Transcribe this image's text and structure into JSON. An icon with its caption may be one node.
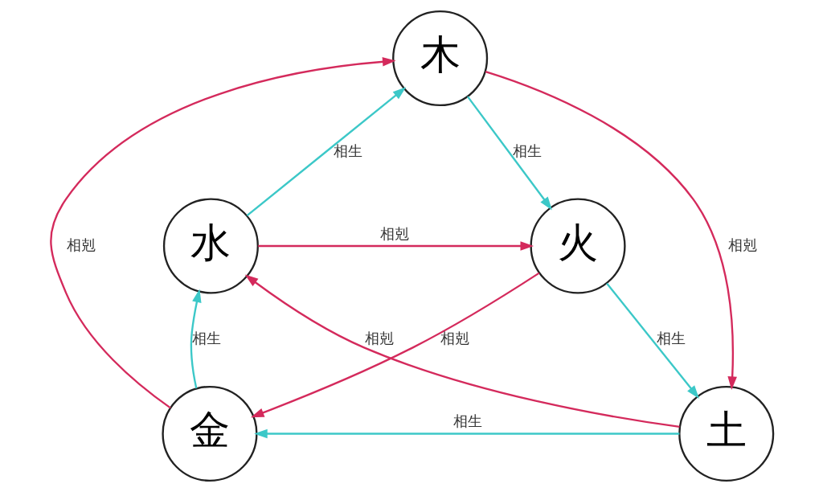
{
  "diagram": {
    "nodes": [
      {
        "text": [
          "木"
        ]
      },
      {
        "text": [
          "水"
        ]
      },
      {
        "text": [
          "火"
        ]
      },
      {
        "text": [
          "金"
        ]
      },
      {
        "text": [
          "土"
        ]
      }
    ],
    "edges": [
      {
        "from": 0,
        "to": 2,
        "arrow": "to",
        "label": "相生",
        "color": "#3cc8c8"
      },
      {
        "from": 2,
        "to": 4,
        "arrow": "to",
        "label": "相生",
        "color": "#3cc8c8"
      },
      {
        "from": 4,
        "to": 3,
        "arrow": "to",
        "label": "相生",
        "color": "#3cc8c8"
      },
      {
        "from": 3,
        "to": 1,
        "arrow": "to",
        "label": "相生",
        "color": "#3cc8c8"
      },
      {
        "from": 1,
        "to": 0,
        "arrow": "to",
        "label": "相生",
        "color": "#3cc8c8"
      },
      {
        "from": 0,
        "to": 4,
        "arrow": "to",
        "label": "相剋",
        "color": "#d42a5c"
      },
      {
        "from": 4,
        "to": 1,
        "arrow": "to",
        "label": "相剋",
        "color": "#d42a5c"
      },
      {
        "from": 1,
        "to": 2,
        "arrow": "to",
        "label": "相剋",
        "color": "#d42a5c"
      },
      {
        "from": 2,
        "to": 3,
        "arrow": "to",
        "label": "相剋",
        "color": "#d42a5c"
      },
      {
        "from": 3,
        "to": 0,
        "arrow": "to",
        "label": "相剋",
        "color": "#d42a5c"
      }
    ]
  }
}
